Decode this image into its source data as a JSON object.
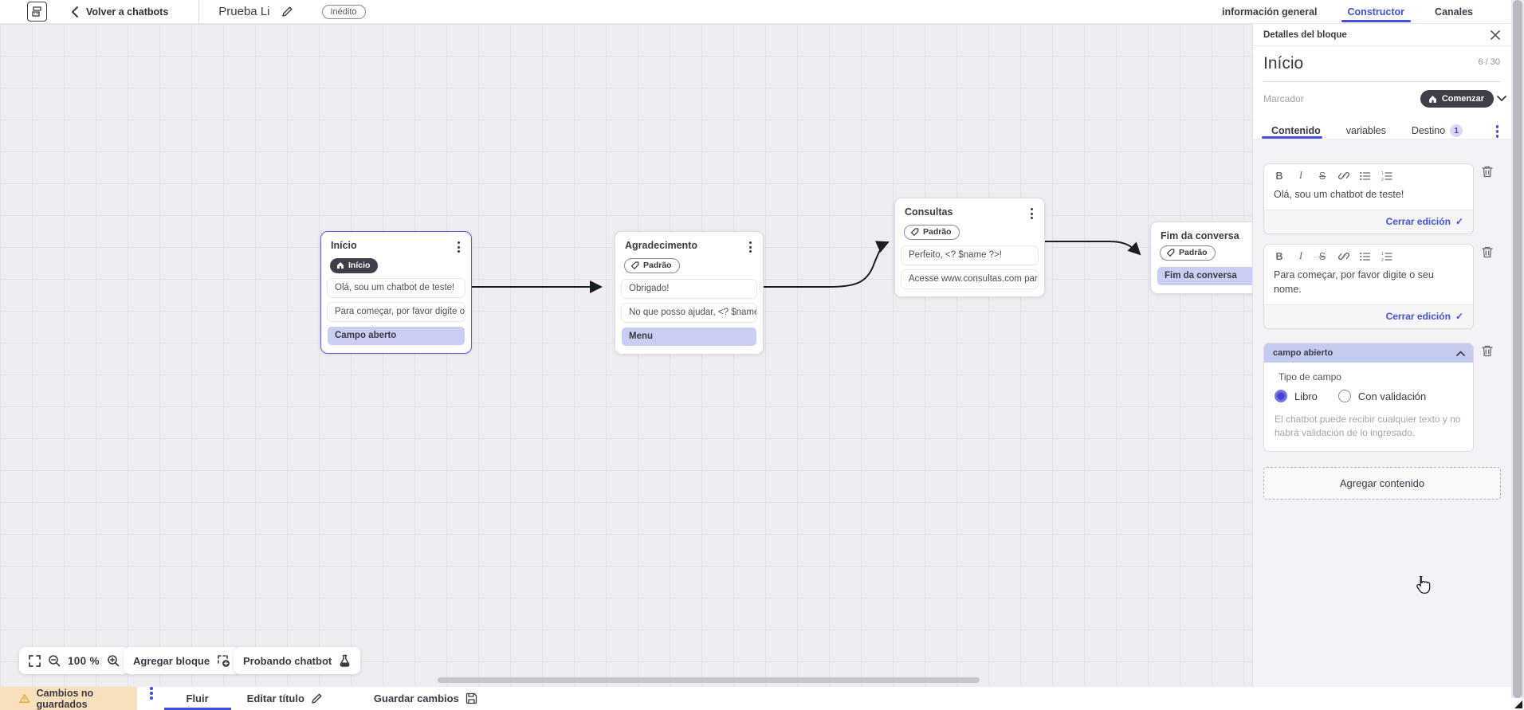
{
  "topbar": {
    "back_label": "Volver a chatbots",
    "flow_title": "Prueba Li",
    "status_badge": "Inédito",
    "tabs": [
      {
        "label": "información general",
        "active": false
      },
      {
        "label": "Constructor",
        "active": true
      },
      {
        "label": "Canales",
        "active": false
      }
    ]
  },
  "panel": {
    "header": "Detalles del bloque",
    "block_title": "Início",
    "counter": "6 / 30",
    "marker_placeholder": "Marcador",
    "marker_button": "Comenzar",
    "tabs": [
      {
        "label": "Contenido",
        "active": true
      },
      {
        "label": "variables",
        "active": false
      },
      {
        "label": "Destino",
        "badge": "1",
        "active": false
      }
    ],
    "editor_toolbar": {
      "bold": "B",
      "italic": "I",
      "strike": "S"
    },
    "editors": [
      {
        "text": "Olá, sou um chatbot de teste!",
        "close_label": "Cerrar edición",
        "check": "✓"
      },
      {
        "text": "Para começar, por favor digite o seu nome.",
        "close_label": "Cerrar edición",
        "check": "✓"
      }
    ],
    "field_section": {
      "title": "campo abierto",
      "type_label": "Tipo de campo",
      "options": [
        {
          "label": "Libro",
          "selected": true
        },
        {
          "label": "Con validación",
          "selected": false
        }
      ],
      "help_text": "El chatbot puede recibir cualquier texto y no habrá validación de lo ingresado."
    },
    "add_content_label": "Agregar contenido"
  },
  "canvas": {
    "nodes": [
      {
        "title": "Início",
        "badge": "Início",
        "items": [
          {
            "text": "Olá, sou um chatbot de teste!"
          },
          {
            "text": "Para começar, por favor digite o ..."
          },
          {
            "text": "Campo aberto"
          }
        ]
      },
      {
        "title": "Agradecimento",
        "badge": "Padrão",
        "items": [
          {
            "text": "Obrigado!"
          },
          {
            "text": "No que posso ajudar, <? $name ..."
          },
          {
            "text": "Menu"
          }
        ]
      },
      {
        "title": "Consultas",
        "badge": "Padrão",
        "items": [
          {
            "text": "Perfeito, <? $name ?>!"
          },
          {
            "text": "Acesse www.consultas.com par..."
          }
        ]
      },
      {
        "title": "Fim da conversa",
        "badge": "Padrão",
        "items": [
          {
            "text": "Fim da conversa"
          }
        ]
      }
    ]
  },
  "canvas_controls": {
    "zoom_level": "100 %",
    "add_block_label": "Agregar bloque",
    "test_label": "Probando chatbot"
  },
  "statusbar": {
    "warning": "Cambios no guardados",
    "flow_tab": "Fluir",
    "edit_title_label": "Editar título",
    "save_label": "Guardar cambios"
  },
  "colors": {
    "accent_blue": "#4050d8",
    "dark_pill": "#413e49",
    "selection_purple": "#c9cef2",
    "warning_bg": "#f8e0ba"
  }
}
